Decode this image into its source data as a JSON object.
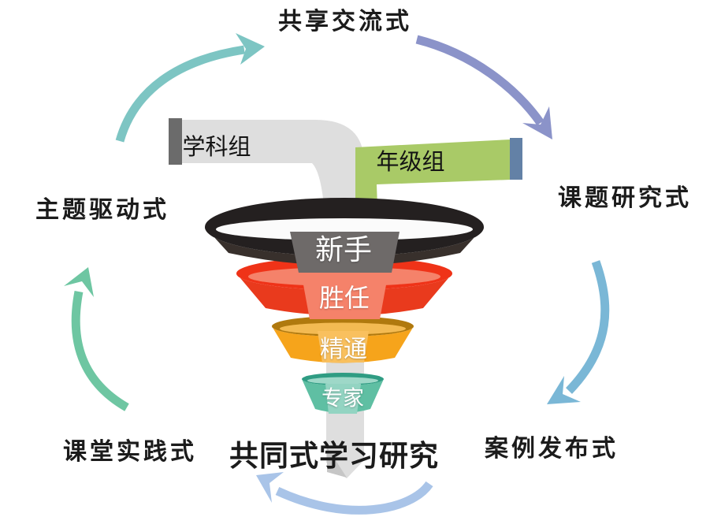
{
  "cycle_labels": {
    "top": "共享交流式",
    "right": "课题研究式",
    "bottom_right": "案例发布式",
    "bottom_center": "共同式学习研究",
    "bottom_left": "课堂实践式",
    "left": "主题驱动式"
  },
  "pipes": {
    "subject_group": {
      "label": "学科组",
      "color": "#dedede",
      "cap_color": "#6b6b6b",
      "fold_color": "#c6c6c6"
    },
    "grade_group": {
      "label": "年级组",
      "color": "#a9ca67",
      "cap_color": "#6381a6"
    }
  },
  "funnel": {
    "levels": [
      {
        "label": "新手",
        "face": "#38302c",
        "rim": "#242020",
        "inner": "#fbfbfb",
        "band": "#6e6a69"
      },
      {
        "label": "胜任",
        "face": "#e93a1d",
        "rim": "#ef3318",
        "inner": "#f5826a",
        "band": "#f5826a"
      },
      {
        "label": "精通",
        "face": "#f6a41b",
        "rim": "#b0790e",
        "inner": "#f3ba52",
        "band": "#f9c05e"
      },
      {
        "label": "专家",
        "face": "#5fbfa3",
        "rim": "#2f9c83",
        "inner": "#9ed8c8",
        "band": "#93d4c2"
      }
    ]
  },
  "arrows": {
    "top_left": {
      "color": "#7dc5c3"
    },
    "top_right": {
      "color": "#8b93c9"
    },
    "right": {
      "color": "#7ab7d6"
    },
    "bottom": {
      "color": "#a9c4e8"
    },
    "left": {
      "color": "#6ec6a2"
    }
  }
}
